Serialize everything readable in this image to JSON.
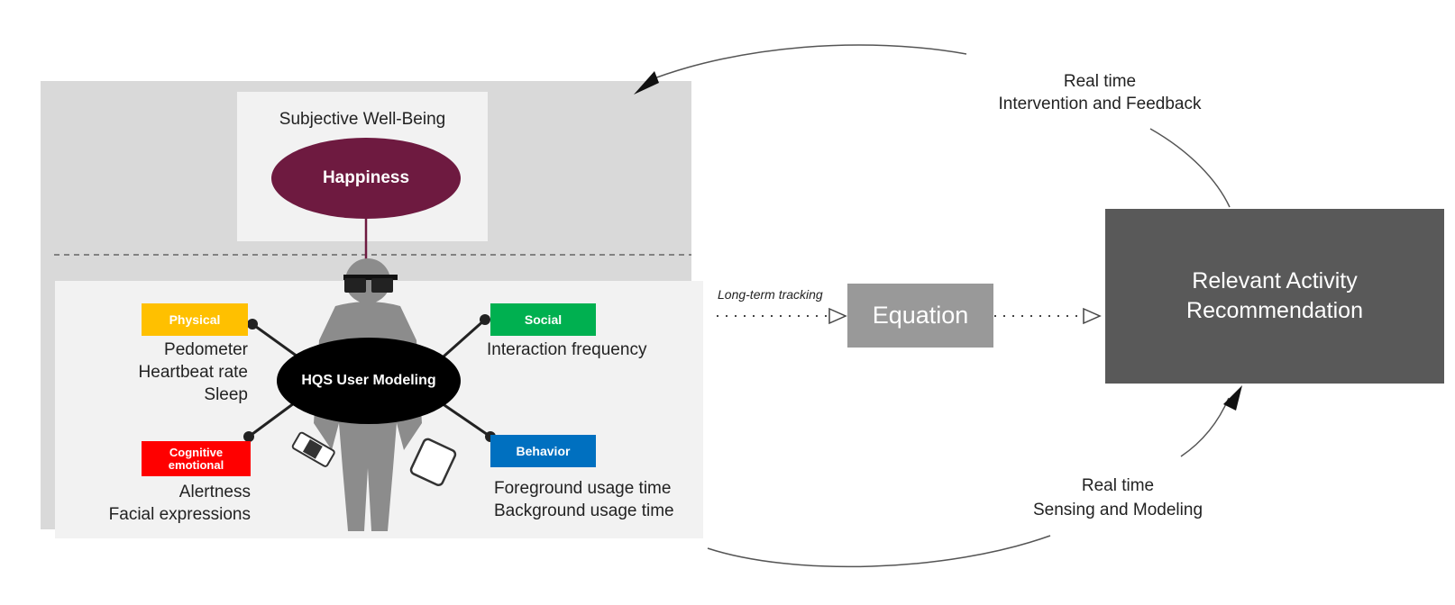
{
  "subjective_wellbeing": {
    "label": "Subjective Well-Being",
    "center_label": "Happiness"
  },
  "user_model": {
    "label": "HQS User Modeling"
  },
  "categories": {
    "physical": {
      "tag": "Physical",
      "items": [
        "Pedometer",
        "Heartbeat rate",
        "Sleep"
      ],
      "color": "#ffc000"
    },
    "social": {
      "tag": "Social",
      "items": [
        "Interaction frequency"
      ],
      "color": "#00b050"
    },
    "cognitive": {
      "tag_line1": "Cognitive",
      "tag_line2": "emotional",
      "items": [
        "Alertness",
        "Facial expressions"
      ],
      "color": "#ff0000"
    },
    "behavior": {
      "tag": "Behavior",
      "items": [
        "Foreground usage time",
        "Background usage time"
      ],
      "color": "#0070c0"
    }
  },
  "tracking_label": "Long-term tracking",
  "equation_label": "Equation",
  "recommendation": {
    "line1": "Relevant Activity",
    "line2": "Recommendation"
  },
  "loop_top": {
    "line1": "Real time",
    "line2": "Intervention and Feedback"
  },
  "loop_bottom": {
    "line1": "Real time",
    "line2": "Sensing and Modeling"
  },
  "colors": {
    "happiness": "#6e1a40",
    "equation": "#999999",
    "recommendation": "#595959"
  }
}
